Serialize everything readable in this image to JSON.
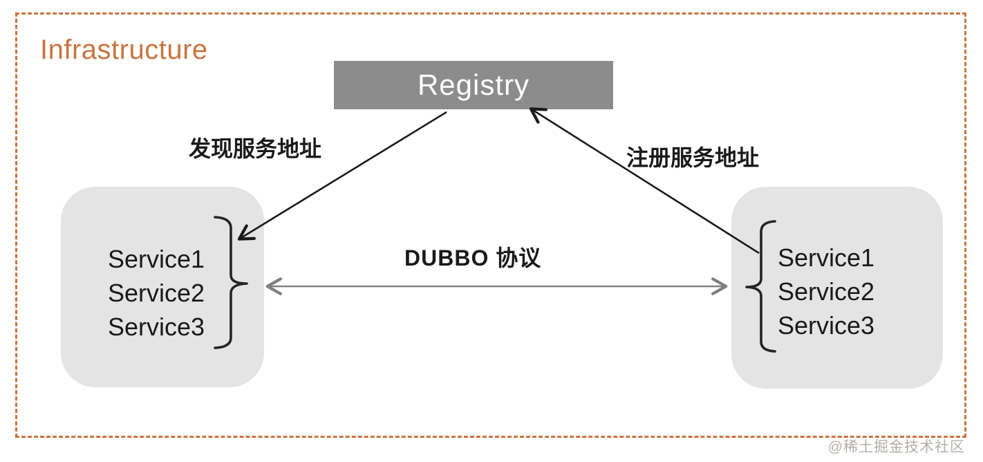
{
  "diagram": {
    "title": "Infrastructure",
    "registry": {
      "label": "Registry"
    },
    "labels": {
      "discover": "发现服务地址",
      "register": "注册服务地址",
      "protocol": "DUBBO 协议"
    },
    "left_box": {
      "services": [
        "Service1",
        "Service2",
        "Service3"
      ]
    },
    "right_box": {
      "services": [
        "Service1",
        "Service2",
        "Service3"
      ]
    },
    "watermark": "@稀土掘金技术社区",
    "colors": {
      "accent_orange": "#c9743e",
      "registry_gray": "#8c8c8c",
      "box_gray": "#e4e4e4",
      "arrow_gray": "#808080",
      "text_black": "#1a1a1a",
      "watermark_gray": "#a8a29c"
    }
  }
}
